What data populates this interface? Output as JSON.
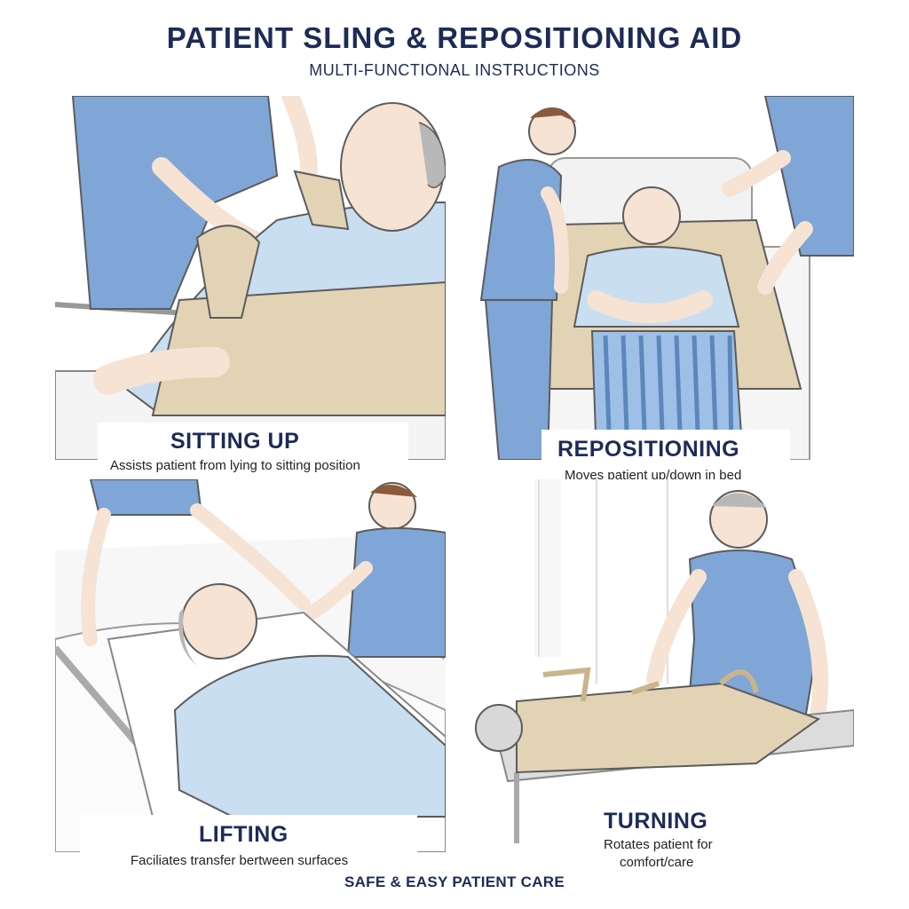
{
  "header": {
    "title": "PATIENT SLING & REPOSITIONING AID",
    "subtitle": "MULTI-FUNCTIONAL INSTRUCTIONS"
  },
  "panels": [
    {
      "heading": "SITTING UP",
      "description": "Assists patient from lying to sitting position"
    },
    {
      "heading": "REPOSITIONING",
      "description": "Moves patient up/down in bed"
    },
    {
      "heading": "LIFTING",
      "description": "Faciliates transfer bertween surfaces"
    },
    {
      "heading": "TURNING",
      "description_line1": "Rotates patient for",
      "description_line2": "comfort/care"
    }
  ],
  "footer": {
    "text": "SAFE & EASY PATIENT CARE"
  },
  "colors": {
    "navy": "#1d2b57",
    "scrubs": "#7fa6d6",
    "scrubs_dark": "#5d86bb",
    "patient_shirt": "#c9def0",
    "sling": "#e2d3b5",
    "skin": "#f6e3d3",
    "outline": "#5c5c5c"
  }
}
